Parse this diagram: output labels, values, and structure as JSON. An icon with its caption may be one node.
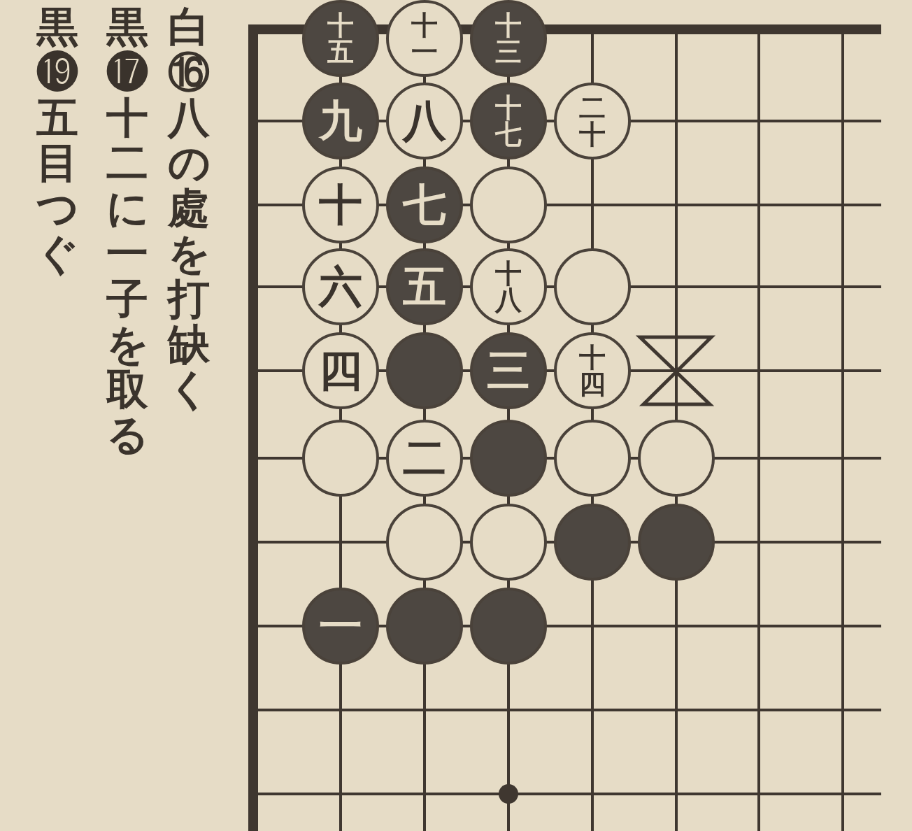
{
  "diagram": {
    "nodes": [
      {
        "text": [
          "十五"
        ]
      },
      {
        "text": [
          "十一"
        ]
      },
      {
        "text": [
          "十三"
        ]
      },
      {
        "text": [
          "九"
        ]
      },
      {
        "text": [
          "八"
        ]
      },
      {
        "text": [
          "十七"
        ]
      },
      {
        "text": [
          "二十"
        ]
      },
      {
        "text": [
          "十"
        ]
      },
      {
        "text": [
          "七"
        ]
      },
      {
        "text": [],
        "shape": "circle"
      },
      {
        "text": [
          "六"
        ]
      },
      {
        "text": [
          "五"
        ]
      },
      {
        "text": [
          "十八"
        ]
      },
      {
        "text": [],
        "shape": "circle"
      },
      {
        "text": [
          "四"
        ]
      },
      {
        "text": [],
        "shape": "circle"
      },
      {
        "text": [
          "三"
        ]
      },
      {
        "text": [
          "十四"
        ]
      },
      {
        "text": [],
        "shape": "circle"
      },
      {
        "text": [
          "二"
        ]
      },
      {
        "text": [],
        "shape": "circle"
      },
      {
        "text": [],
        "shape": "circle"
      },
      {
        "text": [],
        "shape": "circle"
      },
      {
        "text": [],
        "shape": "circle"
      },
      {
        "text": [],
        "shape": "circle"
      },
      {
        "text": [],
        "shape": "circle"
      },
      {
        "text": [],
        "shape": "circle"
      },
      {
        "text": [
          "一"
        ]
      },
      {
        "text": [],
        "shape": "circle"
      },
      {
        "text": [],
        "shape": "circle"
      }
    ],
    "labels": [
      "白⑯八の處を打缺く",
      "黒⓱十二に一子を取る",
      "黒⓳五目つぐ"
    ]
  }
}
